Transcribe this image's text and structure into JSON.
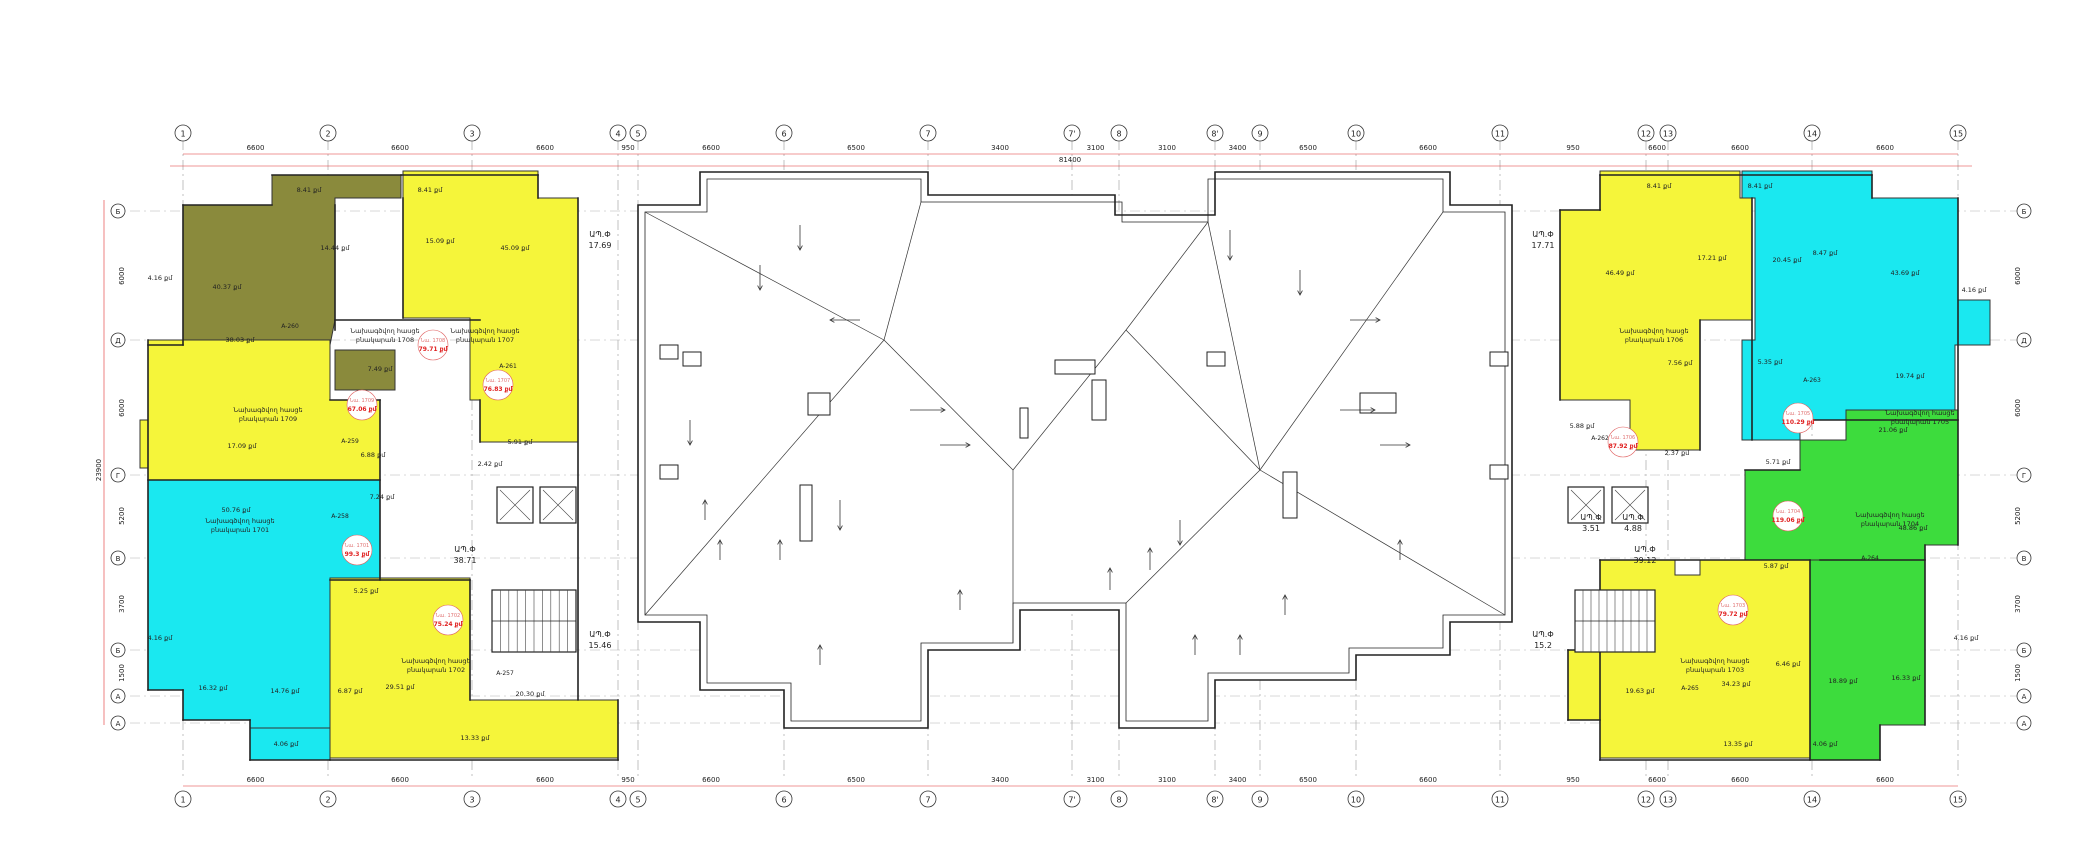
{
  "colors": {
    "olive": "#8a8a3c",
    "yellow": "#f5f53a",
    "cyan": "#1ae8f0",
    "green": "#3ddc3d",
    "dim_red": "#e03030",
    "line": "#222222",
    "badge_text": "#e02020"
  },
  "axes": {
    "top_labels": [
      "1",
      "2",
      "3",
      "4",
      "5",
      "6",
      "7",
      "7'",
      "8",
      "8'",
      "9",
      "10",
      "11",
      "12",
      "13",
      "14",
      "15"
    ],
    "left_labels": [
      "Б",
      "Д",
      "Г",
      "В",
      "Б",
      "А",
      "А"
    ],
    "right_labels": [
      "Б",
      "Д",
      "Г",
      "В",
      "Б",
      "А",
      "А"
    ],
    "spans_top": [
      "6600",
      "6600",
      "6600",
      "950",
      "6600",
      "6500",
      "3400",
      "3100",
      "3100",
      "3400",
      "6500",
      "6600",
      "950",
      "6600",
      "6600",
      "6600"
    ],
    "overall_width": "81400",
    "overall_height": "23900",
    "height_spans_left": [
      "6000",
      "6000",
      "5200",
      "3700",
      "1500"
    ],
    "height_spans_right": [
      "6000",
      "6000",
      "5200",
      "3700",
      "1500"
    ]
  },
  "apartments": [
    {
      "name": "A-260",
      "unit": "1708",
      "area": "79.71 քմ",
      "label": "Նախագծվող հասցե\nբնակարան 1708"
    },
    {
      "name": "A-261",
      "unit": "1707",
      "area": "76.83 քմ",
      "label": "Նախագծվող հասցե\nբնակարան 1707"
    },
    {
      "name": "A-259",
      "unit": "1709",
      "area": "67.06 քմ",
      "label": "Նախագծվող հասցե\nբնակարան 1709"
    },
    {
      "name": "A-258",
      "unit": "1701",
      "area": "99.3 քմ",
      "label": "Նախագծվող հասցե\nբնակարան 1701"
    },
    {
      "name": "A-257",
      "unit": "1702",
      "area": "75.24 քմ",
      "label": "Նախագծվող հասցե\nբնակարան 1702"
    },
    {
      "name": "A-262",
      "unit": "1706",
      "area": "87.92 քմ",
      "label": "Նախագծվող հասցե\nբնակարան 1706"
    },
    {
      "name": "A-263",
      "unit": "1705",
      "area": "110.29 քմ",
      "label": "Նախագծվող հասցե\nբնակարան 1705"
    },
    {
      "name": "A-264",
      "unit": "1704",
      "area": "119.06 քմ",
      "label": "Նախագծվող հասցե\nբնակարան 1704"
    },
    {
      "name": "A-265",
      "unit": "1703",
      "area": "79.72 քմ",
      "label": "Նախագծվող հասցե\nբնակարան 1703"
    }
  ],
  "room_areas_left": [
    "8.41 քմ",
    "14.44 քմ",
    "40.37 քմ",
    "15.09 քմ",
    "45.09 քմ",
    "8.41 քմ",
    "4.16 քմ",
    "38.03 քմ",
    "7.49 քմ",
    "17.09 քմ",
    "6.88 քմ",
    "5.91 քմ",
    "2.42 քմ",
    "7.24 քմ",
    "50.76 քմ",
    "5.25 քմ",
    "4.16 քմ",
    "16.32 քմ",
    "14.76 քմ",
    "6.87 քմ",
    "29.51 քմ",
    "20.30 քմ",
    "13.33 քմ",
    "4.06 քմ"
  ],
  "room_areas_right": [
    "8.41 քմ",
    "8.41 քմ",
    "46.49 քմ",
    "17.21 քմ",
    "20.45 քմ",
    "8.47 քմ",
    "43.69 քմ",
    "4.16 քմ",
    "7.56 քմ",
    "5.35 քմ",
    "19.74 քմ",
    "5.88 քմ",
    "2.37 քմ",
    "21.06 քմ",
    "5.71 քմ",
    "48.86 քմ",
    "5.87 քմ",
    "4.16 քմ",
    "19.63 քմ",
    "34.23 քմ",
    "6.46 քմ",
    "18.89 քմ",
    "16.33 քմ",
    "13.35 քմ",
    "4.06 քմ"
  ],
  "stair_labels": [
    {
      "code": "ԱՊ.Փ",
      "area": "17.69"
    },
    {
      "code": "ԱՊ.Փ",
      "area": "17.71"
    },
    {
      "code": "ԱՊ.Փ",
      "area": "38.71"
    },
    {
      "code": "ԱՊ.Փ",
      "area": "39.12"
    },
    {
      "code": "ԱՊ.Փ",
      "area": "15.46"
    },
    {
      "code": "ԱՊ.Փ",
      "area": "15.2"
    },
    {
      "code": "ԱՊ.Փ",
      "area": "3.51"
    },
    {
      "code": "ԱՊ.Փ",
      "area": "4.88"
    }
  ]
}
